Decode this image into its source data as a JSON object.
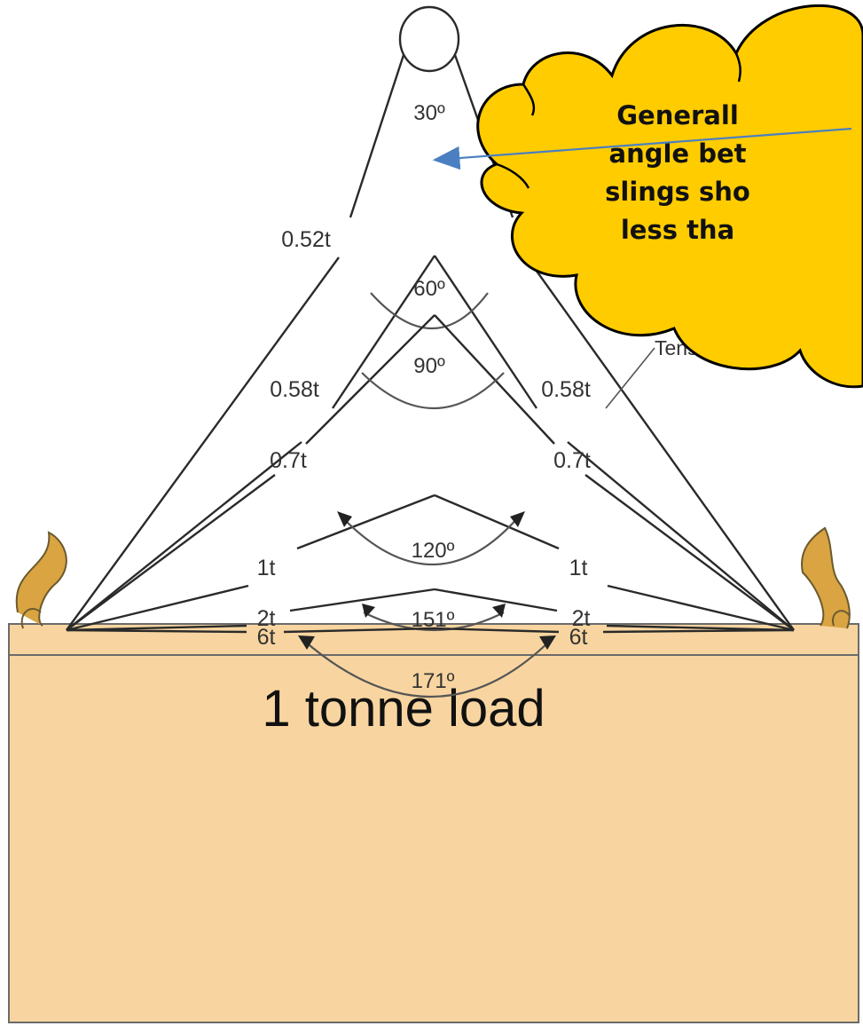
{
  "load_label": "1 tonne load",
  "callout": {
    "lines": [
      "Generall",
      "angle bet",
      "slings sho",
      "less tha"
    ],
    "color": "#FFCC00"
  },
  "tension_note": "Tension in leg",
  "angles": [
    {
      "angle": "30º",
      "tension": "0.52t"
    },
    {
      "angle": "60º",
      "tension": "0.58t"
    },
    {
      "angle": "90º",
      "tension": "0.7t"
    },
    {
      "angle": "120º",
      "tension": "1t"
    },
    {
      "angle": "151º",
      "tension": "2t"
    },
    {
      "angle": "171º",
      "tension": "6t"
    }
  ],
  "colors": {
    "load_fill": "#F8D5A0",
    "hook": "#D9A441",
    "arrow": "#4A7FC1"
  }
}
